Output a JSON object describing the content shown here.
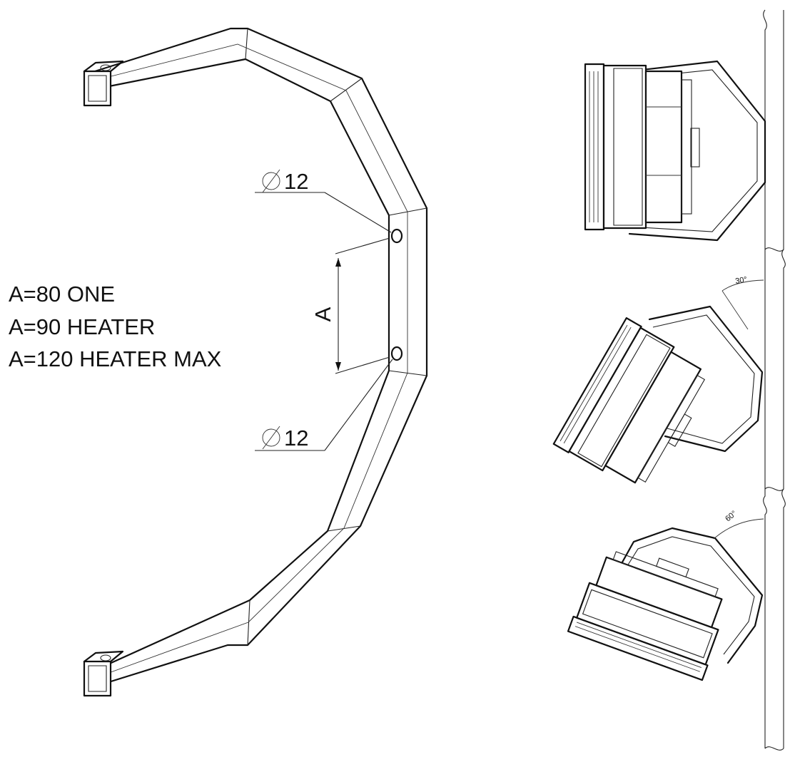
{
  "spec_lines": [
    "A=80 ONE",
    "A=90 HEATER",
    "A=120 HEATER MAX"
  ],
  "hole_callouts": {
    "upper": "12",
    "lower": "12"
  },
  "dimension_label": "A",
  "angles": {
    "middle": "30°",
    "bottom": "60°"
  },
  "icons": {
    "diameter_symbol": "diameter-symbol-icon"
  }
}
